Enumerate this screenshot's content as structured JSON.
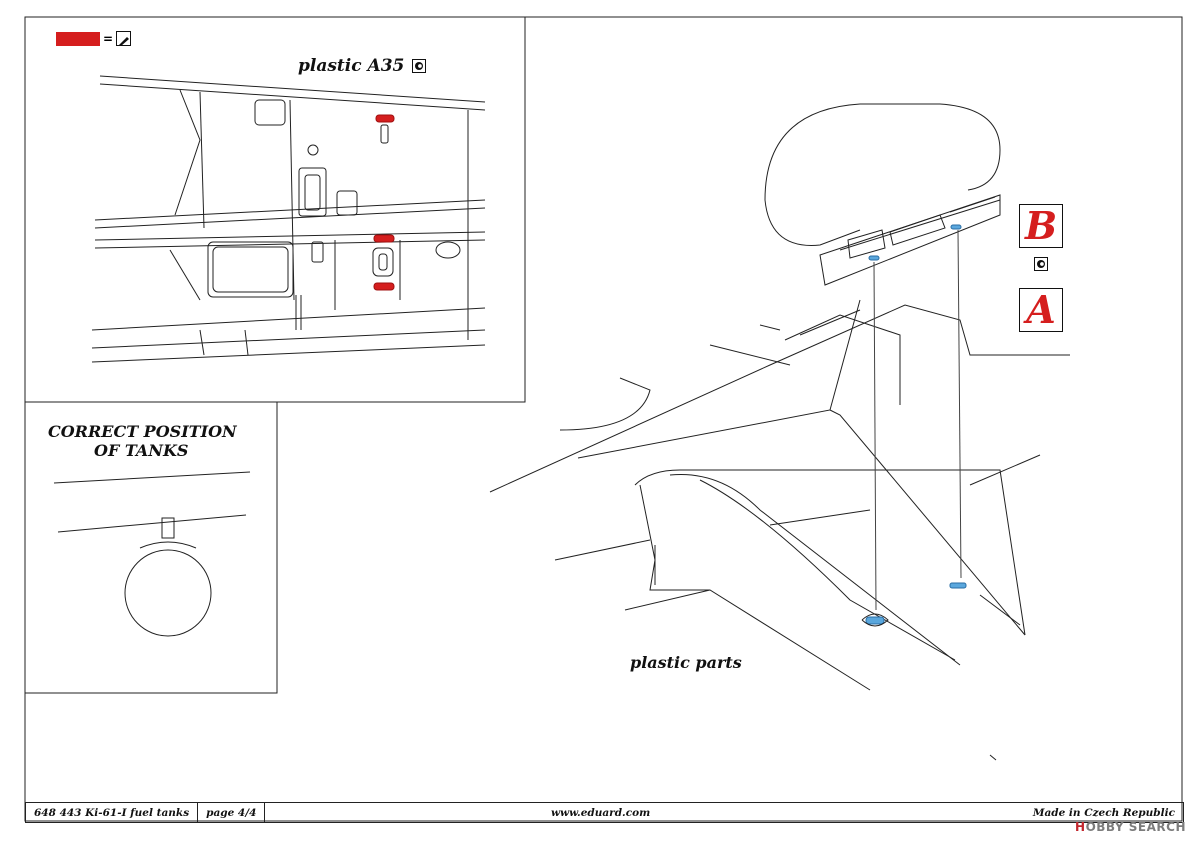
{
  "instruction": {
    "top_left_panel": {
      "title": "plastic A35"
    },
    "bottom_left_panel": {
      "title_line1": "CORRECT POSITION",
      "title_line2": "OF TANKS"
    },
    "main_panel": {
      "caption": "plastic parts",
      "part_b": "B",
      "part_a": "A"
    },
    "color_key": {
      "equals": "=",
      "swatch_color": "#d51e1e"
    }
  },
  "colors": {
    "photo_etch_blue": "#5aa7dd",
    "paint_red": "#d51e1e",
    "ink": "#222222"
  },
  "icons": {
    "flip": "turn-over-icon",
    "paint": "paint-brush-icon"
  },
  "footer": {
    "product": "648 443  Ki-61-I fuel tanks",
    "page": "page 4/4",
    "url": "www.eduard.com",
    "made_in": "Made in Czech Republic"
  },
  "watermark": {
    "h_letter": "H",
    "rest": "OBBY SEARCH"
  }
}
